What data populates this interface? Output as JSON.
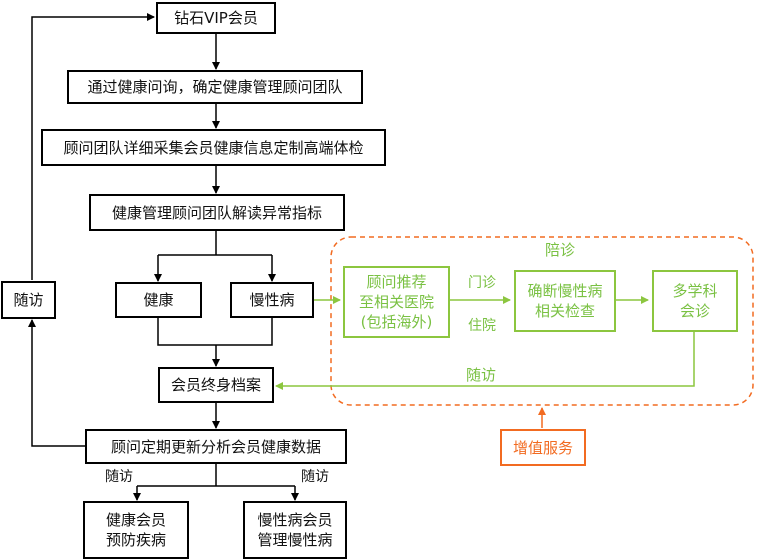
{
  "nodes": {
    "vip": "钻石VIP会员",
    "consult": "通过健康问询，确定健康管理顾问团队",
    "exam": "顾问团队详细采集会员健康信息定制高端体检",
    "interpret": "健康管理顾问团队解读异常指标",
    "healthy": "健康",
    "chronic": "慢性病",
    "archive": "会员终身档案",
    "update": "顾问定期更新分析会员健康数据",
    "revisit_left": "随访",
    "healthy_member_l1": "健康会员",
    "healthy_member_l2": "预防疾病",
    "chronic_member_l1": "慢性病会员",
    "chronic_member_l2": "管理慢性病"
  },
  "value_added": {
    "title": "陪诊",
    "recommend_l1": "顾问推荐",
    "recommend_l2": "至相关医院",
    "recommend_l3": "(包括海外)",
    "diagnose_l1": "确断慢性病",
    "diagnose_l2": "相关检查",
    "multi_l1": "多学科",
    "multi_l2": "会诊",
    "outpatient": "门诊",
    "inpatient": "住院",
    "revisit": "随访",
    "service": "增值服务"
  },
  "edge_labels": {
    "revisit_a": "随访",
    "revisit_b": "随访"
  },
  "colors": {
    "black": "#000000",
    "green": "#8cc63f",
    "orange": "#f26b21"
  }
}
